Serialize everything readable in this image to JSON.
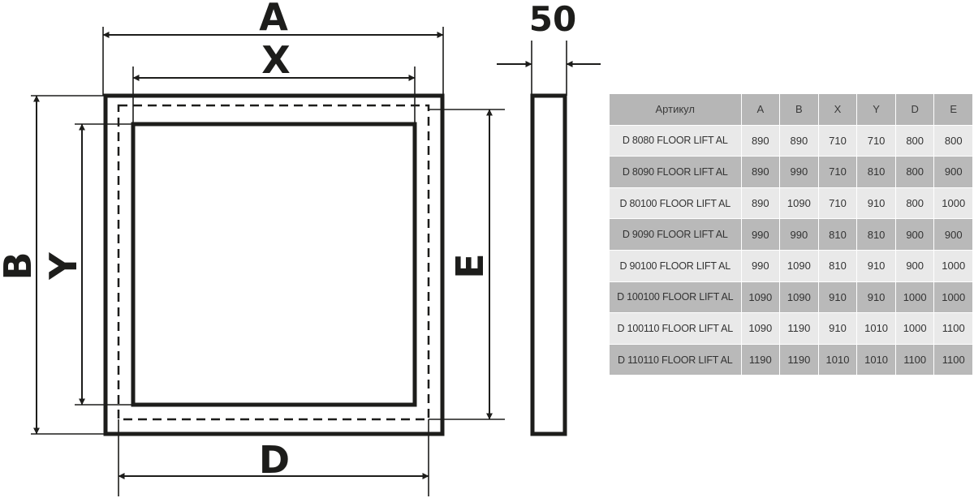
{
  "diagram": {
    "labels": {
      "a": "A",
      "x": "X",
      "b": "B",
      "y": "Y",
      "e": "E",
      "d": "D",
      "depth": "50"
    }
  },
  "table": {
    "headers": [
      "Артикул",
      "A",
      "B",
      "X",
      "Y",
      "D",
      "E"
    ],
    "rows": [
      [
        "D 8080 FLOOR LIFT AL",
        "890",
        "890",
        "710",
        "710",
        "800",
        "800"
      ],
      [
        "D 8090 FLOOR LIFT AL",
        "890",
        "990",
        "710",
        "810",
        "800",
        "900"
      ],
      [
        "D 80100 FLOOR LIFT AL",
        "890",
        "1090",
        "710",
        "910",
        "800",
        "1000"
      ],
      [
        "D 9090 FLOOR LIFT AL",
        "990",
        "990",
        "810",
        "810",
        "900",
        "900"
      ],
      [
        "D 90100 FLOOR LIFT AL",
        "990",
        "1090",
        "810",
        "910",
        "900",
        "1000"
      ],
      [
        "D 100100 FLOOR LIFT AL",
        "1090",
        "1090",
        "910",
        "910",
        "1000",
        "1000"
      ],
      [
        "D 100110 FLOOR LIFT AL",
        "1090",
        "1190",
        "910",
        "1010",
        "1000",
        "1100"
      ],
      [
        "D 110110 FLOOR LIFT AL",
        "1190",
        "1190",
        "1010",
        "1010",
        "1100",
        "1100"
      ]
    ]
  }
}
